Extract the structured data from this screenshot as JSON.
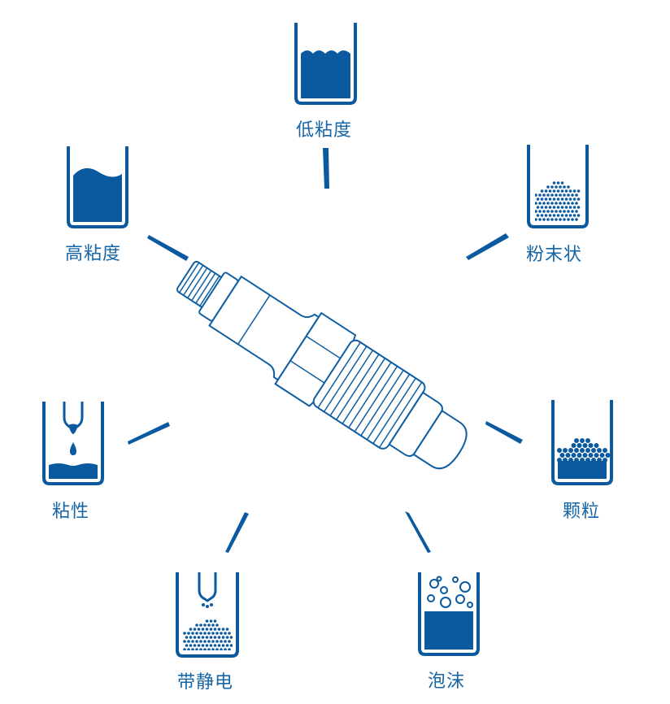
{
  "colors": {
    "accent": "#0b5aa0",
    "text": "#1565a6",
    "outline": "#0f5ea3"
  },
  "center": {
    "icon": "sensor-probe-icon"
  },
  "materials": [
    {
      "id": "low-viscosity",
      "label": "低粘度",
      "icon": "beaker-low-viscosity-icon"
    },
    {
      "id": "powder",
      "label": "粉末状",
      "icon": "beaker-powder-icon"
    },
    {
      "id": "granules",
      "label": "颗粒",
      "icon": "beaker-granules-icon"
    },
    {
      "id": "foam",
      "label": "泡沫",
      "icon": "beaker-foam-icon"
    },
    {
      "id": "electrostatic",
      "label": "带静电",
      "icon": "beaker-electrostatic-icon"
    },
    {
      "id": "sticky",
      "label": "粘性",
      "icon": "beaker-sticky-icon"
    },
    {
      "id": "high-viscosity",
      "label": "高粘度",
      "icon": "beaker-high-viscosity-icon"
    }
  ]
}
